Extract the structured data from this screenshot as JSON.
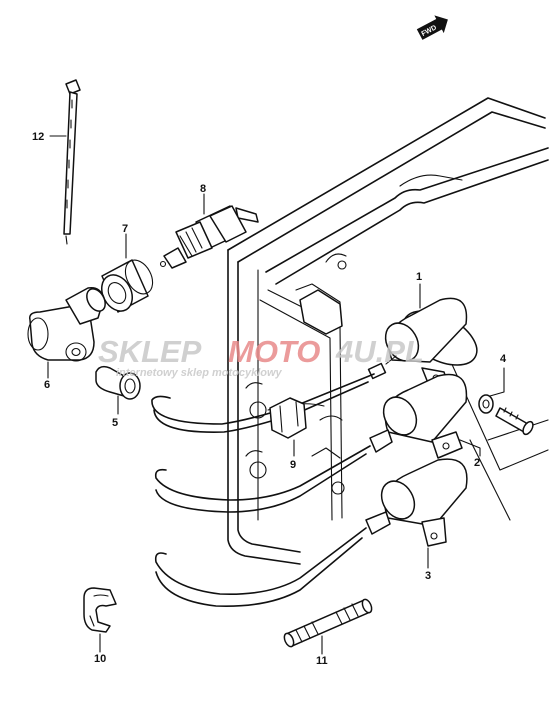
{
  "orientation_label": "FWD",
  "watermark": {
    "brand_prefix": "SKLEP",
    "brand_middle": "MOTO",
    "brand_suffix": "4U.PL",
    "tagline": "internetowy sklep motocyklowy"
  },
  "callouts": {
    "c1": "1",
    "c2": "2",
    "c3": "3",
    "c4": "4",
    "c5": "5",
    "c6": "6",
    "c7": "7",
    "c8": "8",
    "c9": "9",
    "c10": "10",
    "c11": "11",
    "c12": "12"
  },
  "colors": {
    "line": "#111111",
    "watermark_gray": "#c8c8c8",
    "watermark_red": "#e88a8a"
  }
}
